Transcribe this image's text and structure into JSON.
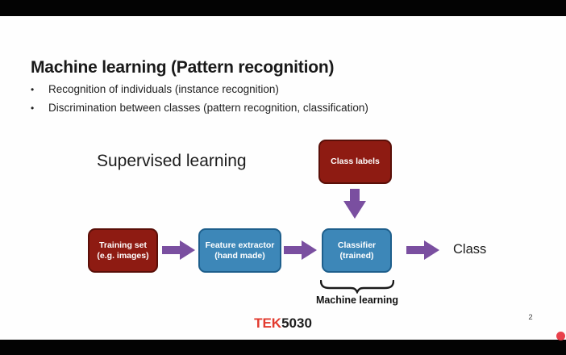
{
  "slide": {
    "title": "Machine learning (Pattern recognition)",
    "bullet_glyph": "•",
    "bullets": [
      {
        "text": "Recognition of individuals (instance recognition)"
      },
      {
        "text": "Discrimination between classes (pattern recognition, classification)"
      }
    ],
    "supervised_label": "Supervised learning",
    "diagram": {
      "class_labels_box": {
        "line1": "Class labels"
      },
      "training_box": {
        "line1": "Training set",
        "line2": "(e.g. images)"
      },
      "feature_box": {
        "line1": "Feature extractor",
        "line2": "(hand made)"
      },
      "classifier_box": {
        "line1": "Classifier",
        "line2": "(trained)"
      },
      "output_label": "Class",
      "brace_label": "Machine learning"
    },
    "footer": {
      "logo_red": "TEK",
      "logo_black": "5030",
      "page_number": "2"
    }
  },
  "colors": {
    "box_dark_red": "#8e1b12",
    "box_blue": "#3d87b8",
    "arrow_purple": "#7a4fa0",
    "logo_red": "#e23a2e",
    "indicator_red": "#e9404b",
    "letterbox_black": "#030303"
  }
}
